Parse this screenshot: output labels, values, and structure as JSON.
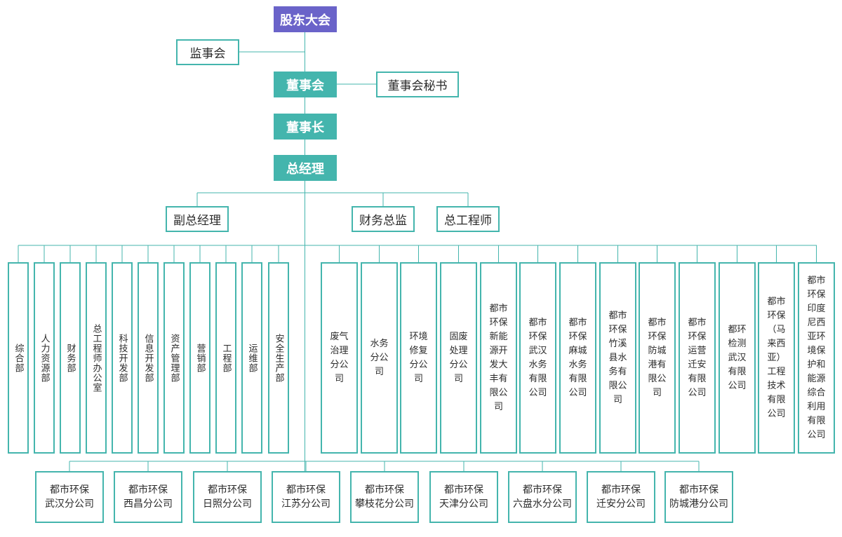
{
  "chart": {
    "shareholders": "股东大会",
    "supervisors": "监事会",
    "board": "董事会",
    "board_secretary": "董事会秘书",
    "chairman": "董事长",
    "general_manager": "总经理",
    "deputy_gm": "副总经理",
    "cfo": "财务总监",
    "chief_engineer": "总工程师",
    "departments": [
      "综合部",
      "人力资源部",
      "财务部",
      "总工程师办公室",
      "科技开发部",
      "信息开发部",
      "资产管理部",
      "营销部",
      "工程部",
      "运维部",
      "安全生产部"
    ],
    "subsidiaries": [
      "废气治理分公司",
      "水务分公司",
      "环境修复分公司",
      "固废处理分公司",
      "都市环保新能源开发大丰有限公司",
      "都市环保武汉水务有限公司",
      "都市环保麻城水务有限公司",
      "都市环保竹溪县水务有限公司",
      "都市环保防城港有限公司",
      "都市环保运营迁安有限公司",
      "都环检测武汉有限公司",
      "都市环保（马来西亚）工程技术有限公司",
      "都市环保印度尼西亚环境保护和能源综合利用有限公司"
    ],
    "branches": [
      "都市环保\n武汉分公司",
      "都市环保\n西昌分公司",
      "都市环保\n日照分公司",
      "都市环保\n江苏分公司",
      "都市环保\n攀枝花分公司",
      "都市环保\n天津分公司",
      "都市环保\n六盘水分公司",
      "都市环保\n迁安分公司",
      "都市环保\n防城港分公司"
    ],
    "colors": {
      "line": "#44b5ad",
      "accent": "#44b5ad",
      "top": "#6a63c9"
    }
  }
}
